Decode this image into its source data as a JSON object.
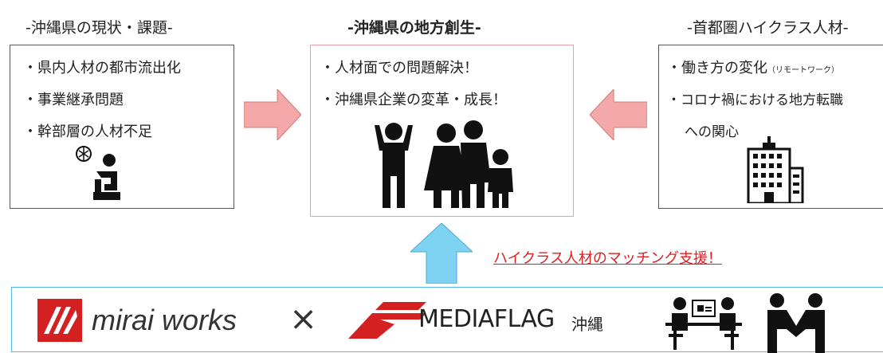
{
  "left": {
    "heading": "-沖縄県の現状・課題-",
    "items": [
      "・県内人材の都市流出化",
      "・事業継承問題",
      "・幹部層の人材不足"
    ],
    "icon": "worried-person-icon"
  },
  "center": {
    "heading": "-沖縄県の地方創生-",
    "items": [
      "・人材面での問題解決！",
      "・沖縄県企業の変革・成長！"
    ],
    "icon": "family-icon"
  },
  "right": {
    "heading": "-首都圏ハイクラス人材-",
    "item1_main": "・働き方の変化",
    "item1_note": "（リモートワーク）",
    "item2_line1": "・コロナ禍における地方転職",
    "item2_line2": "への関心",
    "icon": "office-building-icon"
  },
  "matching": "ハイクラス人材のマッチング支援！",
  "footer": {
    "logo1": "mirai works",
    "times": "×",
    "logo2": "MEDIAFLAG",
    "logo2_suffix": "沖縄",
    "icons": [
      "meeting-icon",
      "handshake-icon"
    ]
  },
  "colors": {
    "arrow_pink": "#f4a8a8",
    "arrow_blue": "#7fd3f2",
    "logo_red": "#d42020",
    "matching_red": "#e02020"
  }
}
